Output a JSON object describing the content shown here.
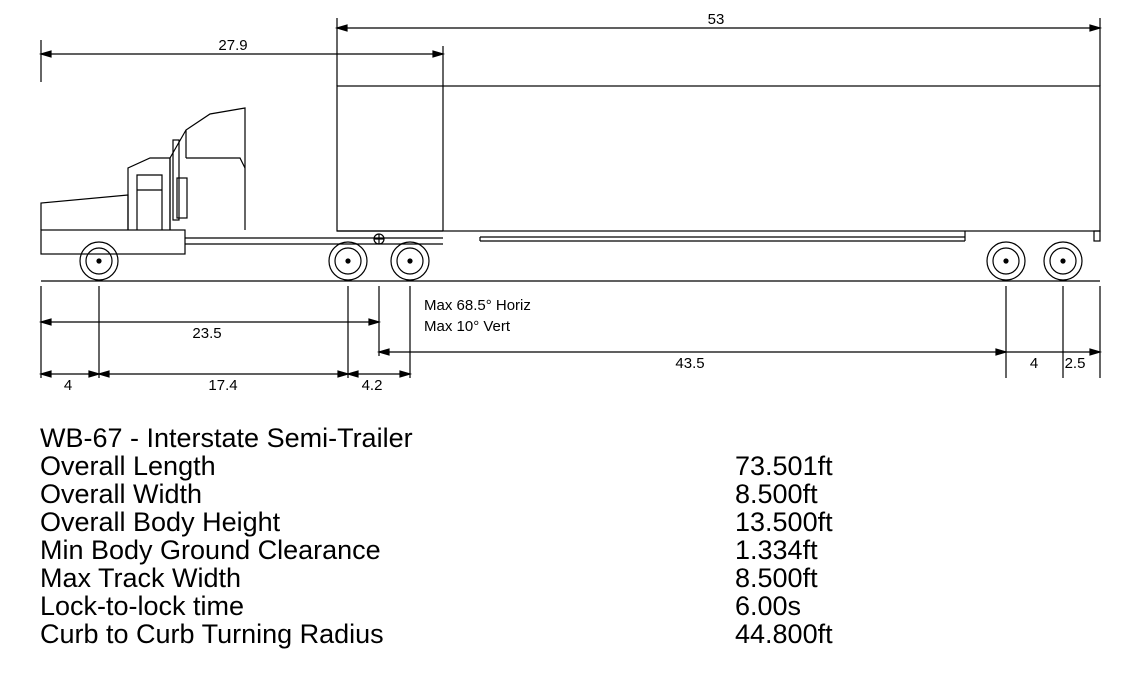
{
  "dimensions": {
    "trailer_length": "53",
    "tractor_length": "27.9",
    "kingpin_from_front": "23.5",
    "front_overhang": "4",
    "tractor_wheelbase": "17.4",
    "kingpin_to_rear_axle": "4.2",
    "kingpin_to_trailer_axles": "43.5",
    "trailer_axle_spread": "4",
    "rear_overhang": "2.5"
  },
  "articulation": {
    "horizontal": "Max 68.5° Horiz",
    "vertical": "Max 10° Vert"
  },
  "specs": {
    "title": "WB-67 - Interstate Semi-Trailer",
    "rows": [
      {
        "label": "Overall Length",
        "value": "73.501ft"
      },
      {
        "label": "Overall Width",
        "value": "8.500ft"
      },
      {
        "label": "Overall Body Height",
        "value": "13.500ft"
      },
      {
        "label": "Min Body Ground Clearance",
        "value": "1.334ft"
      },
      {
        "label": "Max Track Width",
        "value": "8.500ft"
      },
      {
        "label": "Lock-to-lock time",
        "value": "6.00s"
      },
      {
        "label": "Curb to Curb Turning Radius",
        "value": "44.800ft"
      }
    ]
  }
}
